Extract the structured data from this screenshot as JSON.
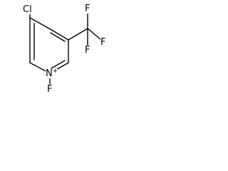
{
  "molecule": {
    "atoms": {
      "chlorine": "Cl",
      "nitrogen": "N",
      "nitrogen_charge": "+",
      "fluorine_on_nitrogen": "F",
      "cf3_fluorine_top": "F",
      "cf3_fluorine_right": "F",
      "cf3_fluorine_bottom": "F"
    }
  },
  "colors": {
    "line": "#000000",
    "background": "#ffffff"
  }
}
